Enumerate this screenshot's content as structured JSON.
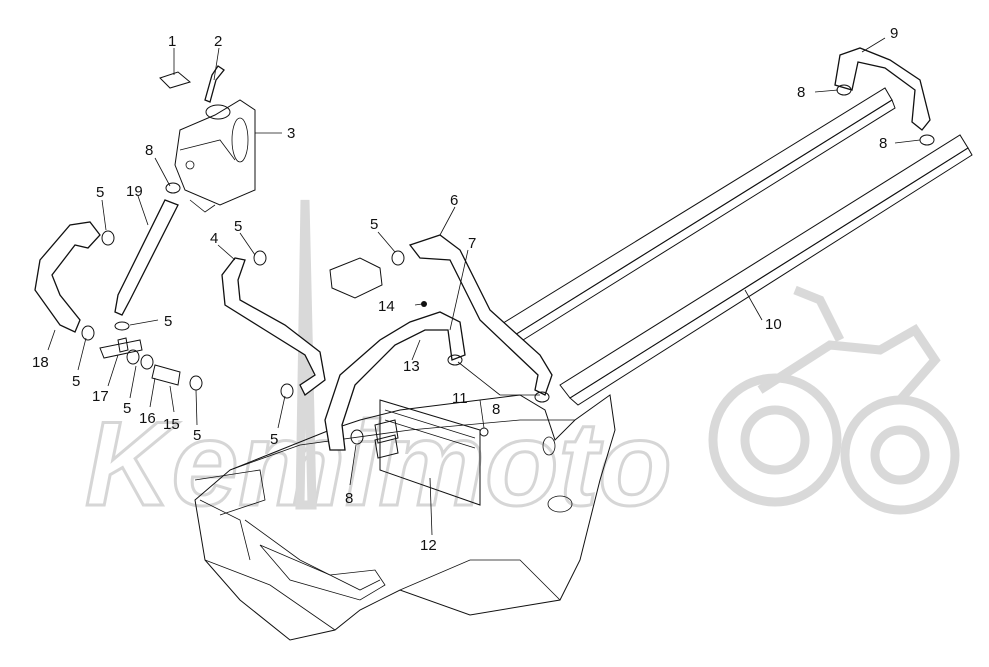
{
  "watermark": "Kemimoto",
  "callouts": [
    "1",
    "2",
    "3",
    "4",
    "5",
    "6",
    "7",
    "8",
    "9",
    "10",
    "11",
    "12",
    "13",
    "14",
    "15",
    "16",
    "17",
    "18",
    "19"
  ]
}
